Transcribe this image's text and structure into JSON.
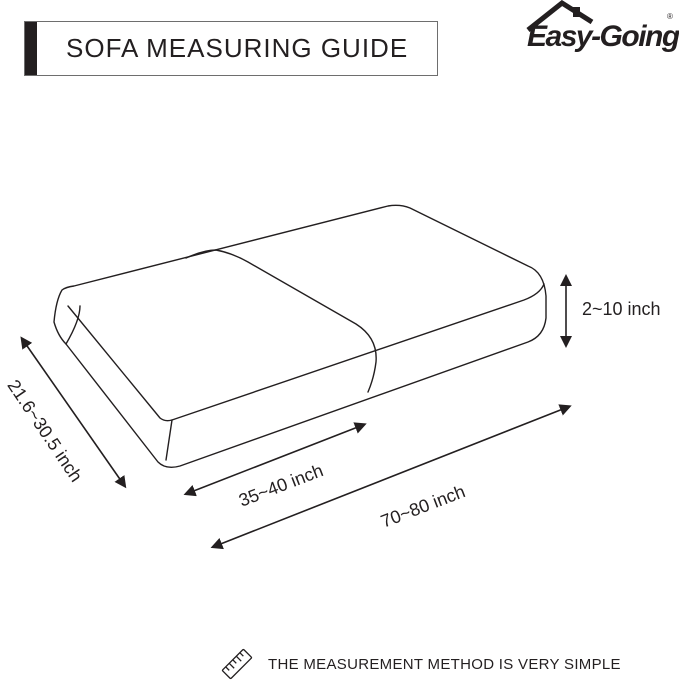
{
  "header": {
    "title": "SOFA MEASURING GUIDE"
  },
  "logo": {
    "brand": "Easy-Going",
    "registered_mark": "®",
    "icon": "house-icon"
  },
  "dimensions": {
    "height": "2~10 inch",
    "depth": "21.6~30.5 inch",
    "seat_width": "35~40 inch",
    "total_length": "70~80 inch"
  },
  "footer": {
    "icon": "ruler-icon",
    "text": "THE MEASUREMENT METHOD IS VERY SIMPLE"
  },
  "colors": {
    "ink": "#231f20",
    "border": "#6e6e6e",
    "background": "#ffffff"
  }
}
